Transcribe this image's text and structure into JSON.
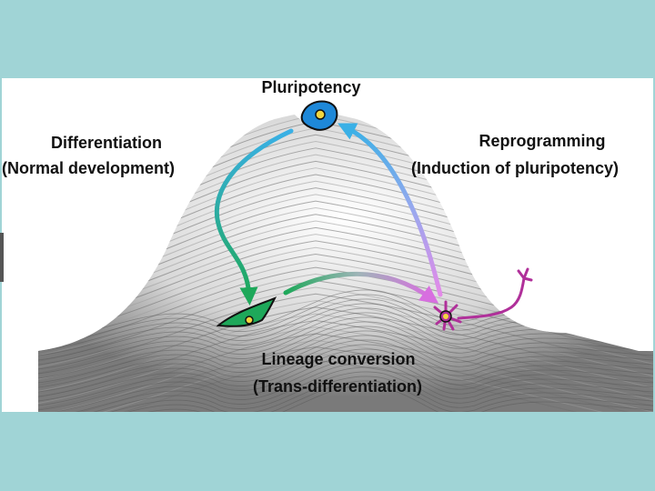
{
  "diagram": {
    "top_label": "Pluripotency",
    "left_label_line1": "Differentiation",
    "left_label_line2": "(Normal development)",
    "right_label_line1": "Reprogramming",
    "right_label_line2": "(Induction of pluripotency)",
    "bottom_label_line1": "Lineage conversion",
    "bottom_label_line2": "(Trans-differentiation)"
  },
  "colors": {
    "slide_background": "#a0d4d6",
    "arrow_differentiation_start": "#3ab0e6",
    "arrow_differentiation_end": "#1ea85a",
    "arrow_reprogramming_start": "#e48ae8",
    "arrow_reprogramming_end": "#3ab0e6",
    "arrow_conversion_start": "#1ea85a",
    "arrow_conversion_end": "#d86ee0",
    "stem_cell": "#1e88d8",
    "fibroblast_cell": "#1ea85a",
    "neuron_cell": "#b0309a"
  },
  "icons": [
    "pluripotent-stem-cell-icon",
    "fibroblast-cell-icon",
    "neuron-cell-icon"
  ]
}
